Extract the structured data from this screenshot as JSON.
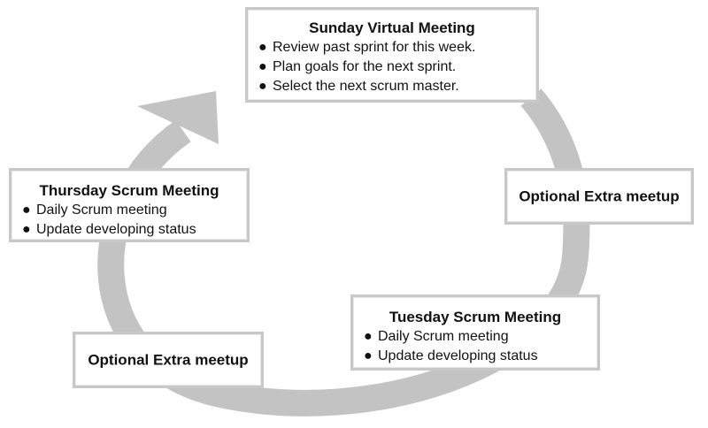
{
  "diagram": {
    "colors": {
      "arrow": "#c3c3c3",
      "box_border": "#c8c8c8",
      "text": "#111111"
    },
    "nodes": {
      "sunday": {
        "title": "Sunday Virtual Meeting",
        "items": [
          "Review past sprint for this week.",
          "Plan goals for the next sprint.",
          "Select the next scrum master."
        ]
      },
      "optional_right": {
        "title": "Optional Extra meetup"
      },
      "tuesday": {
        "title": "Tuesday Scrum Meeting",
        "items": [
          "Daily Scrum meeting",
          "Update developing status"
        ]
      },
      "optional_left": {
        "title": "Optional Extra meetup"
      },
      "thursday": {
        "title": "Thursday Scrum Meeting",
        "items": [
          "Daily Scrum meeting",
          "Update developing status"
        ]
      }
    },
    "bullet_glyph": "●"
  }
}
